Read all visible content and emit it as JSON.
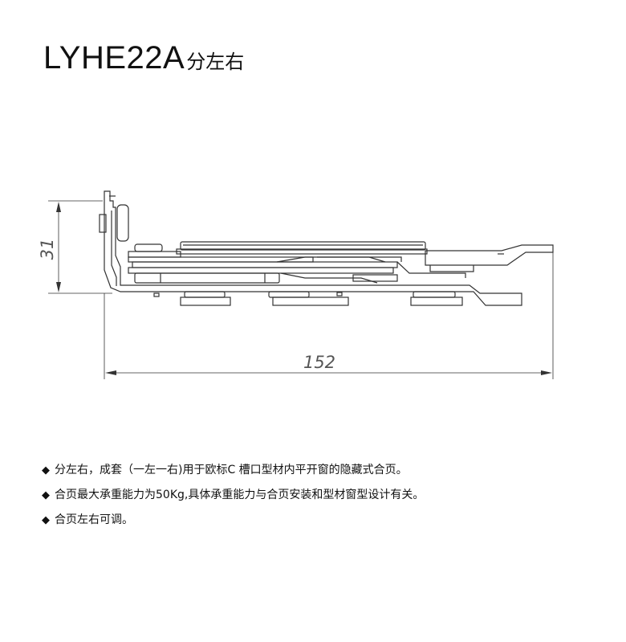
{
  "header": {
    "model": "LYHE22A",
    "subtitle": "分左右"
  },
  "drawing": {
    "dimensions": [
      {
        "id": "height",
        "value": "31"
      },
      {
        "id": "width",
        "value": "152"
      }
    ],
    "line_color": "#333333"
  },
  "notes": {
    "bullet": "◆",
    "items": [
      "分左右，成套（一左一右)用于欧标C 槽口型材内平开窗的隐藏式合页。",
      "合页最大承重能力为50Kg,具体承重能力与合页安装和型材窗型设计有关。",
      "合页左右可调。"
    ]
  }
}
